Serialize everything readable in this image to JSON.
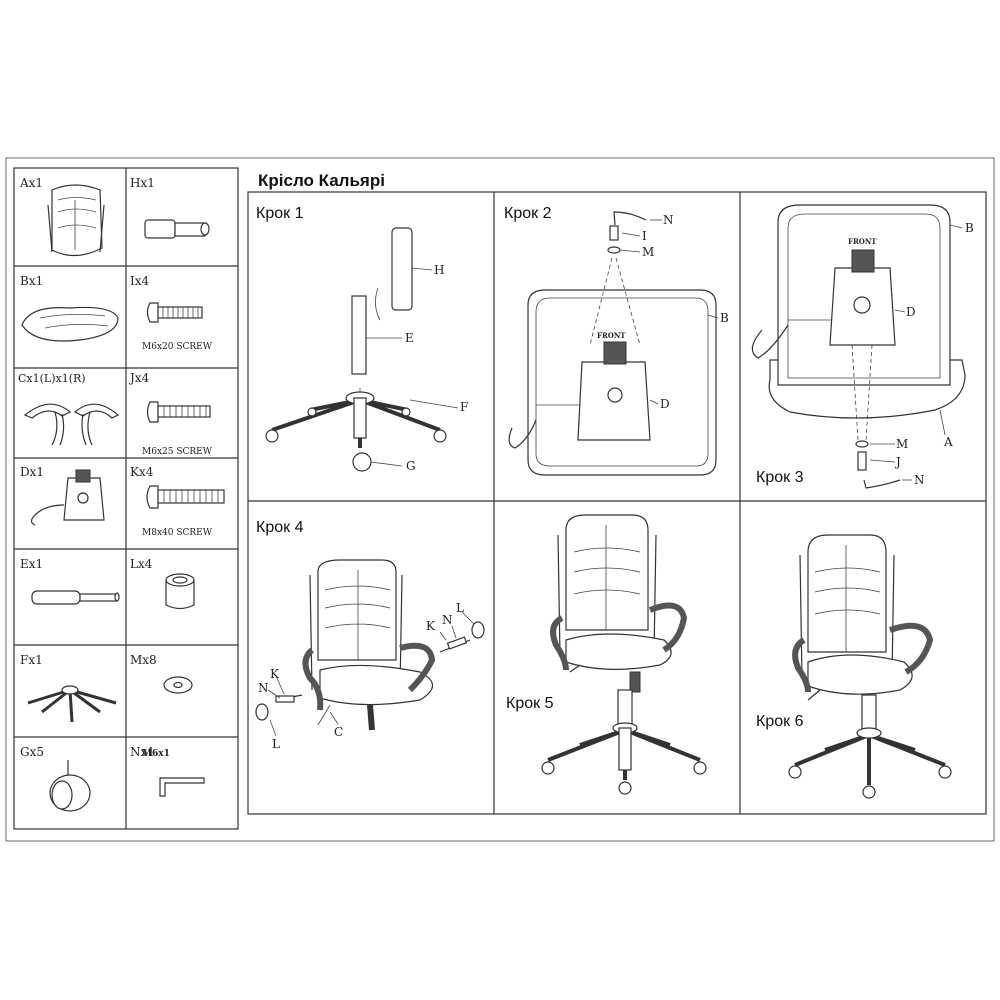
{
  "title": "Крісло Кальярі",
  "parts": [
    {
      "label": "Ax1"
    },
    {
      "label": "Hx1"
    },
    {
      "label": "Bx1"
    },
    {
      "label": "Ix4",
      "note": "M6x20 SCREW"
    },
    {
      "label": "Cx1(L)x1(R)"
    },
    {
      "label": "Jx4",
      "note": "M6x25 SCREW"
    },
    {
      "label": "Dx1"
    },
    {
      "label": "Kx4",
      "note": "M8x40 SCREW"
    },
    {
      "label": "Ex1"
    },
    {
      "label": "Lx4"
    },
    {
      "label": "Fx1"
    },
    {
      "label": "Mx8"
    },
    {
      "label": "Gx5"
    },
    {
      "label": "Nx1",
      "note": "M6x1"
    }
  ],
  "steps": [
    {
      "label": "Крок 1"
    },
    {
      "label": "Крок 2"
    },
    {
      "label": "Крок 3"
    },
    {
      "label": "Крок 4"
    },
    {
      "label": "Крок 5"
    },
    {
      "label": "Крок 6"
    }
  ],
  "callouts": {
    "H": "H",
    "E": "E",
    "F": "F",
    "G": "G",
    "N": "N",
    "I": "I",
    "M": "M",
    "B": "B",
    "D": "D",
    "J": "J",
    "A": "A",
    "K": "K",
    "L": "L",
    "C": "C",
    "front": "FRONT"
  }
}
